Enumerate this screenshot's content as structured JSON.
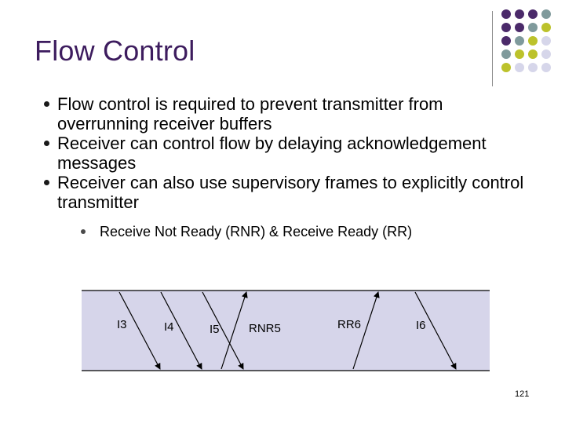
{
  "slide": {
    "title": "Flow Control",
    "page_number": "121"
  },
  "bullets": [
    {
      "text": "Flow control is required to prevent transmitter from overrunning receiver buffers"
    },
    {
      "text": "Receiver can control flow by delaying acknowledgement messages"
    },
    {
      "text": "Receiver can also use supervisory frames to explicitly control transmitter"
    }
  ],
  "sub_bullets": [
    {
      "text": "Receive Not Ready (RNR) &  Receive Ready (RR)"
    }
  ],
  "diagram": {
    "labels": {
      "i3": "I3",
      "i4": "I4",
      "i5": "I5",
      "rnr5": "RNR5",
      "rr6": "RR6",
      "i6": "I6"
    }
  },
  "colors": {
    "title": "#3d1c5e",
    "band": "#d6d5ea",
    "dot_purple": "#4b2a6a",
    "dot_teal": "#7f9a9c",
    "dot_olive": "#bcc22b",
    "dot_lavender": "#d6d6ea"
  }
}
